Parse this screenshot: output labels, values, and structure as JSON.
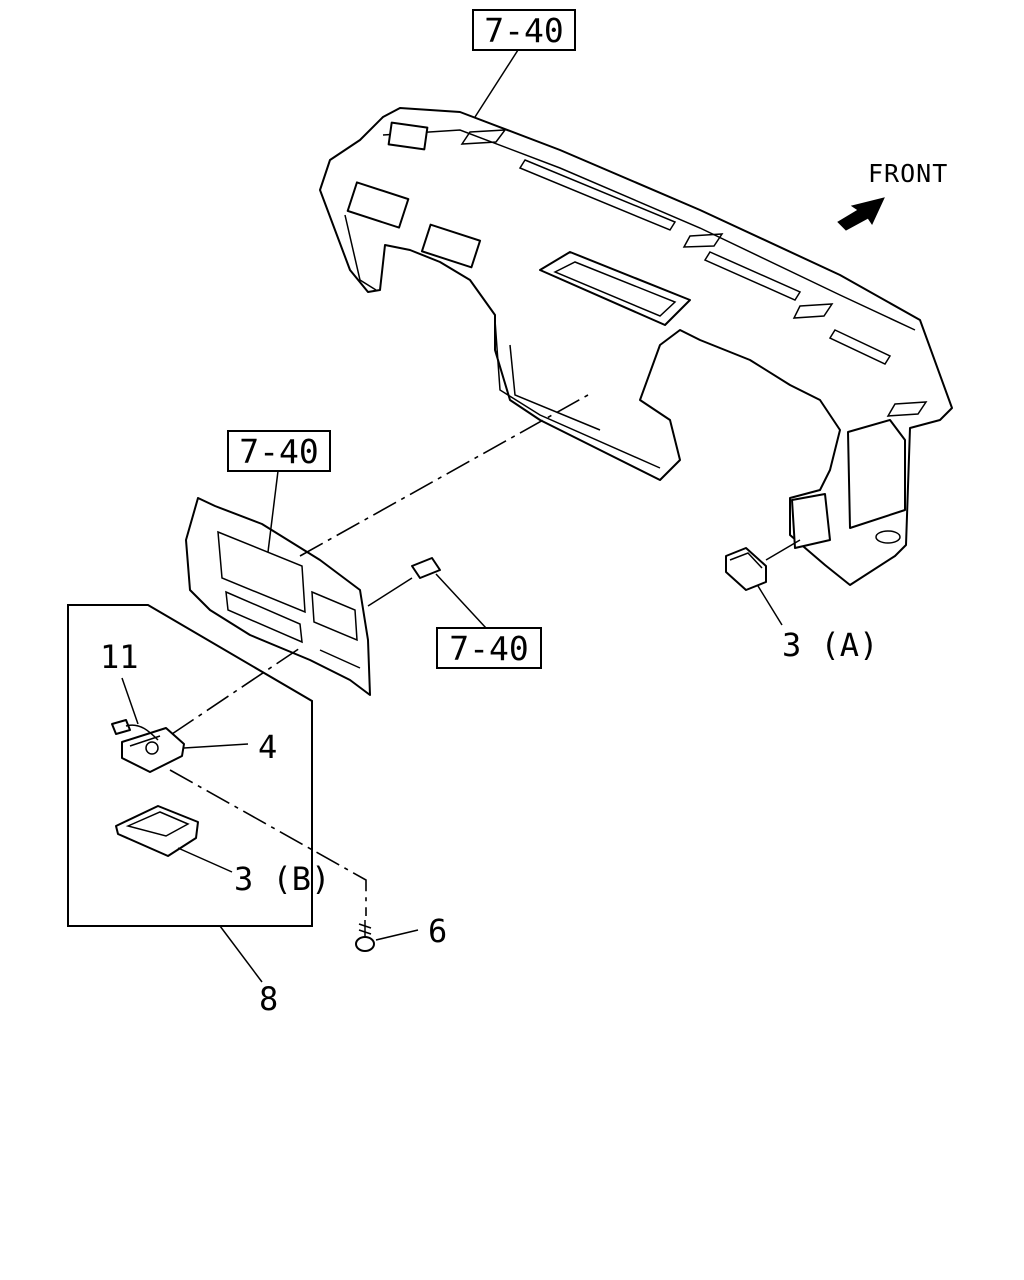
{
  "diagram": {
    "ref_labels": {
      "top": "7-40",
      "middle_left": "7-40",
      "middle_right": "7-40"
    },
    "front_label": "FRONT",
    "callouts": {
      "part_3a": "3 (A)",
      "part_11": "11",
      "part_4": "4",
      "part_3b": "3 (B)",
      "part_6": "6",
      "part_8": "8"
    }
  }
}
